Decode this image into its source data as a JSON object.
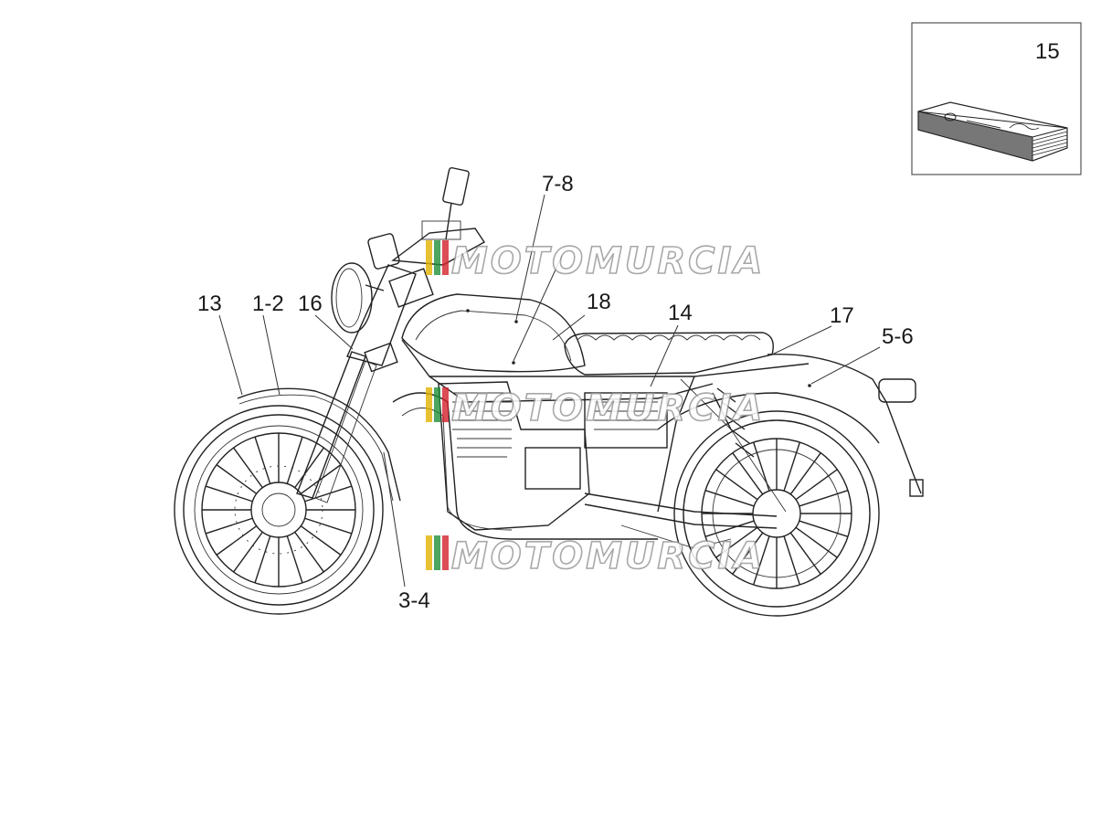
{
  "callouts": {
    "c13": "13",
    "c1_2": "1-2",
    "c16": "16",
    "c7_8": "7-8",
    "c18": "18",
    "c14": "14",
    "c17": "17",
    "c5_6": "5-6",
    "c3_4": "3-4",
    "c15": "15"
  },
  "watermark": {
    "text": "MOTOMURCIA",
    "flag_colors": [
      "#e2b200",
      "#1f8f3a",
      "#d3202a"
    ]
  },
  "colors": {
    "line": "#222222",
    "background": "#ffffff",
    "inset_border": "#555555"
  }
}
